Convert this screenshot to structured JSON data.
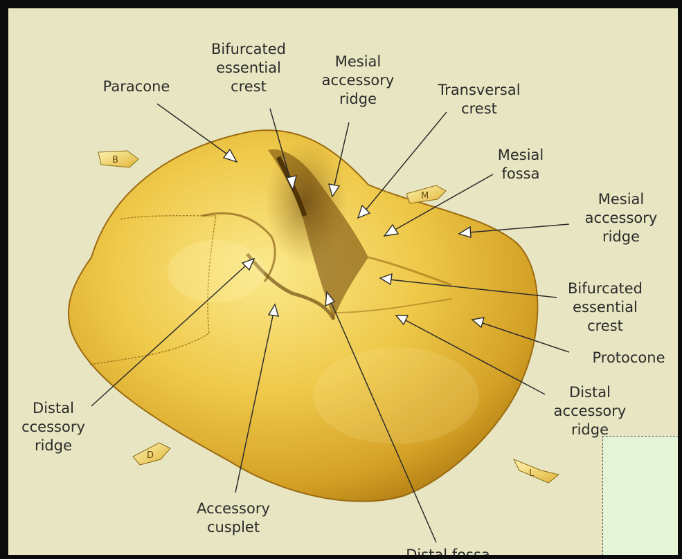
{
  "figure": {
    "labels": {
      "paracone": [
        "Paracone"
      ],
      "bifurcated_top": [
        "Bifurcated",
        "essential",
        "crest"
      ],
      "mesial_accessory_top": [
        "Mesial",
        "accessory",
        "ridge"
      ],
      "transversal": [
        "Transversal",
        "crest"
      ],
      "mesial_fossa": [
        "Mesial",
        "fossa"
      ],
      "mesial_accessory_right": [
        "Mesial",
        "accessory",
        "ridge"
      ],
      "bifurcated_right": [
        "Bifurcated",
        "essential",
        "crest"
      ],
      "protocone": [
        "Protocone"
      ],
      "distal_accessory_right": [
        "Distal",
        "accessory",
        "ridge"
      ],
      "distal_accessory_left": [
        "Distal",
        "ccessory",
        "ridge"
      ],
      "accessory_cusplet": [
        "Accessory",
        "cusplet"
      ],
      "distal_fossa": [
        "Distal fossa"
      ]
    },
    "orientation_markers": [
      "B",
      "M",
      "D",
      "L"
    ],
    "colors": {
      "background": "#e8e6c2",
      "tooth_light": "#f6dc6a",
      "tooth_mid": "#d9a92a",
      "tooth_dark": "#8a5a08",
      "border": "#0b0b0b",
      "inset": "#e3f5d6"
    }
  }
}
